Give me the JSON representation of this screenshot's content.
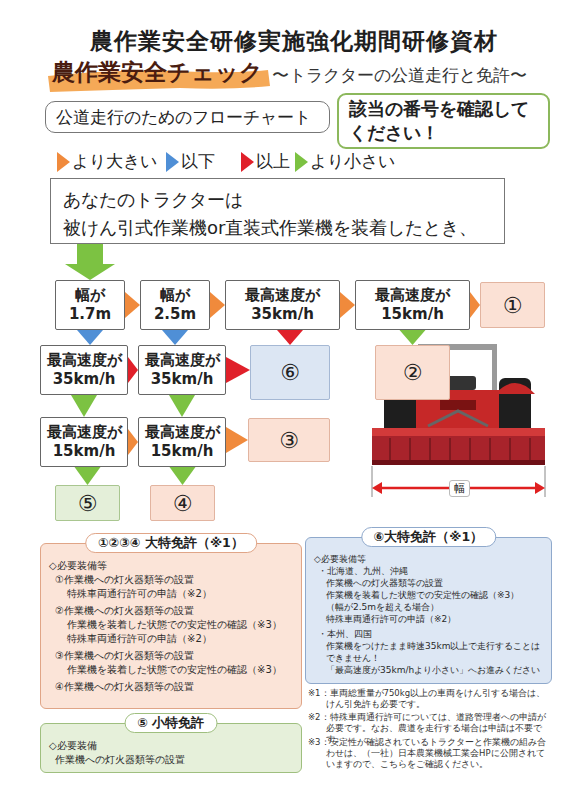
{
  "diagram": {
    "title": "農作業安全研修実施強化期間研修資材",
    "nodes": [
      {
        "text": [
          "公道走行のためのフローチャート"
        ]
      },
      {
        "text": [
          "該当の番号を確認してください！"
        ]
      },
      {
        "text": [
          "あなたのトラクターは 被けん引式作業機or直装式作業機を装着したとき、"
        ]
      },
      {
        "text": [
          "幅が 1.7m"
        ]
      },
      {
        "text": [
          "幅が 2.5m"
        ]
      },
      {
        "text": [
          "最高速度が 35km/h"
        ]
      },
      {
        "text": [
          "最高速度が 15km/h"
        ]
      },
      {
        "text": [
          "①"
        ]
      },
      {
        "text": [
          "最高速度が 35km/h"
        ]
      },
      {
        "text": [
          "最高速度が 35km/h"
        ]
      },
      {
        "text": [
          "⑥"
        ]
      },
      {
        "text": [
          "②"
        ]
      },
      {
        "text": [
          "最高速度が 15km/h"
        ]
      },
      {
        "text": [
          "最高速度が 15km/h"
        ]
      },
      {
        "text": [
          "③"
        ]
      },
      {
        "text": [
          "⑤"
        ]
      },
      {
        "text": [
          "④"
        ]
      },
      {
        "text": [
          "①②③④ 大特免許（※1）",
          "◇必要装備等",
          "①作業機への灯火器類等の設置",
          "特殊車両通行許可の申請（※2）",
          "②作業機への灯火器類等の設置",
          "作業機を装着した状態での安定性の確認（※3）",
          "特殊車両通行許可の申請（※2）",
          "③作業機への灯火器類等の設置",
          "作業機を装着した状態での安定性の確認（※3）",
          "④作業機への灯火器類等の設置"
        ]
      },
      {
        "text": [
          "⑤ 小特免許",
          "◇必要装備",
          "作業機への灯火器類等の設置"
        ]
      },
      {
        "text": [
          "⑥大特免許（※1）",
          "◇必要装備等",
          "・北海道、九州、沖縄",
          "作業機への灯火器類等の設置",
          "作業機を装着した状態での安定性の確認（※3）",
          "（幅が2.5mを超える場合）",
          "特殊車両通行許可の申請（※2）",
          "・本州、四国",
          "作業機をつけたまま時速35km以上で走行することはできません！",
          "「最高速度が35km/hより小さい」へお進みください"
        ]
      }
    ],
    "edges": [
      {
        "from": 2,
        "to": 3,
        "arrow": "to"
      },
      {
        "from": 3,
        "to": 4,
        "arrow": "to"
      },
      {
        "from": 4,
        "to": 5,
        "arrow": "to"
      },
      {
        "from": 5,
        "to": 6,
        "arrow": "to"
      },
      {
        "from": 6,
        "to": 7,
        "arrow": "to"
      },
      {
        "from": 3,
        "to": 8,
        "arrow": "to"
      },
      {
        "from": 4,
        "to": 9,
        "arrow": "to"
      },
      {
        "from": 5,
        "to": 10,
        "arrow": "to"
      },
      {
        "from": 6,
        "to": 11,
        "arrow": "to"
      },
      {
        "from": 8,
        "to": 9,
        "arrow": "to"
      },
      {
        "from": 9,
        "to": 10,
        "arrow": "to"
      },
      {
        "from": 8,
        "to": 12,
        "arrow": "to"
      },
      {
        "from": 9,
        "to": 13,
        "arrow": "to"
      },
      {
        "from": 12,
        "to": 13,
        "arrow": "to"
      },
      {
        "from": 13,
        "to": 14,
        "arrow": "to"
      },
      {
        "from": 12,
        "to": 15,
        "arrow": "to"
      },
      {
        "from": 13,
        "to": 16,
        "arrow": "to"
      }
    ],
    "labels": [
      "農作業安全チェック",
      "〜トラクターの公道走行と免許〜",
      "幅",
      "※1：車両総重量が750kg以上の車両をけん引する場合は、けん引免許も必要です。",
      "※2：特殊車両通行許可については、道路管理者への申請が必要です。なお、農道を走行する場合は申請は不要です。",
      "※3：安定性が確認されているトラクターと作業機の組み合わせは、（一社）日本農業機械工業会HPに公開されていますので、こちらをご確認ください。"
    ],
    "legend": [
      {
        "text": "より大きい",
        "color": "#f08a3c"
      },
      {
        "text": "以下",
        "color": "#4f8fd6"
      },
      {
        "text": "以上",
        "color": "#e0202a"
      },
      {
        "text": "より小さい",
        "color": "#7cc242"
      }
    ]
  }
}
